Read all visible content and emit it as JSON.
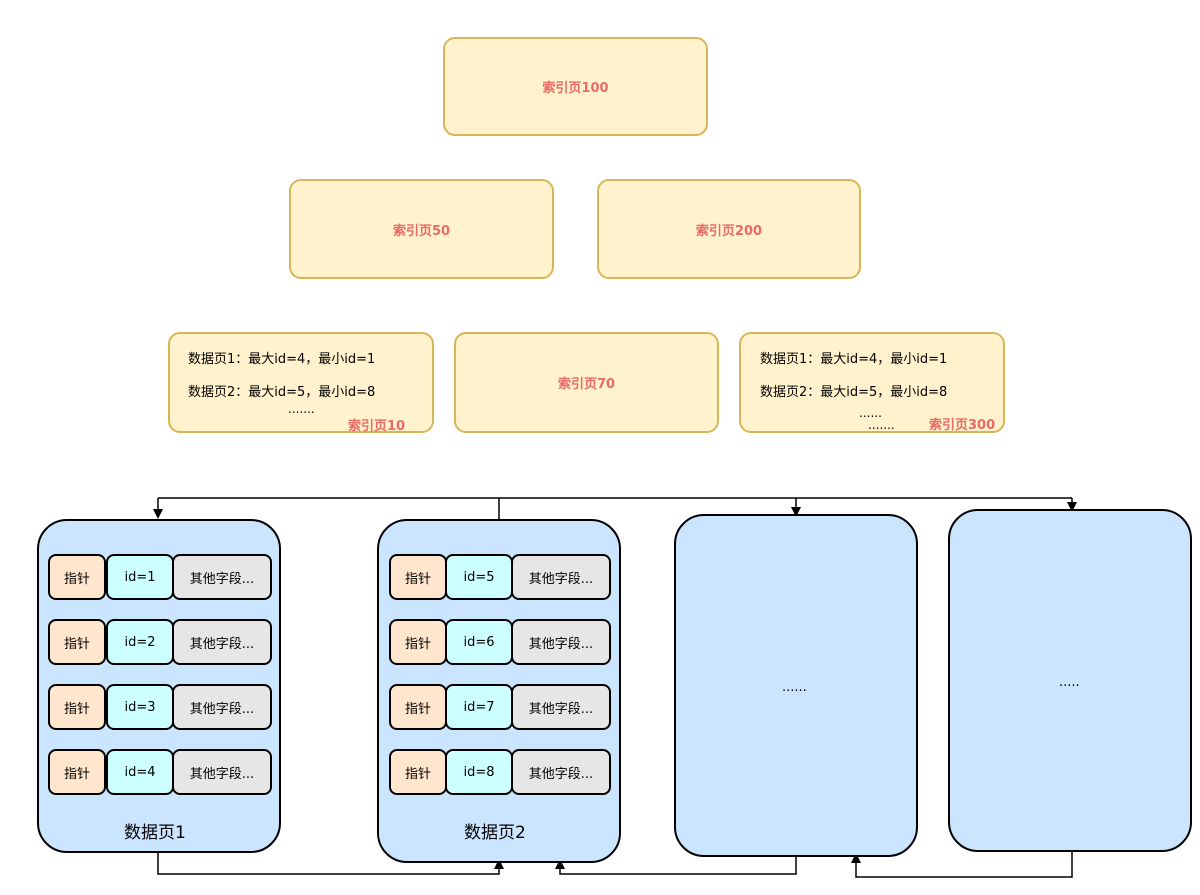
{
  "index_tree": {
    "root": "索引页100",
    "level2": [
      "索引页50",
      "索引页200"
    ],
    "middle": "索引页70",
    "leaf_left": {
      "line1": "数据页1：最大id=4，最小id=1",
      "line2": "数据页2：最大id=5，最小id=8",
      "dots": ".......",
      "title": "索引页10"
    },
    "leaf_right": {
      "line1": "数据页1：最大id=4，最小id=1",
      "line2": "数据页2：最大id=5，最小id=8",
      "dots1": "......",
      "dots2": ".......",
      "title": "索引页300"
    }
  },
  "data_pages": [
    {
      "label": "数据页1",
      "rows": [
        {
          "pointer": "指针",
          "id": "id=1",
          "other": "其他字段..."
        },
        {
          "pointer": "指针",
          "id": "id=2",
          "other": "其他字段..."
        },
        {
          "pointer": "指针",
          "id": "id=3",
          "other": "其他字段..."
        },
        {
          "pointer": "指针",
          "id": "id=4",
          "other": "其他字段..."
        }
      ]
    },
    {
      "label": "数据页2",
      "rows": [
        {
          "pointer": "指针",
          "id": "id=5",
          "other": "其他字段..."
        },
        {
          "pointer": "指针",
          "id": "id=6",
          "other": "其他字段..."
        },
        {
          "pointer": "指针",
          "id": "id=7",
          "other": "其他字段..."
        },
        {
          "pointer": "指针",
          "id": "id=8",
          "other": "其他字段..."
        }
      ]
    },
    {
      "placeholder": "......"
    },
    {
      "placeholder": "....."
    }
  ],
  "colors": {
    "index_fill": "#fff2cc",
    "index_border": "#d6b656",
    "index_text": "#ea6b66",
    "page_fill": "#cce5ff",
    "pointer_fill": "#ffe6cc",
    "id_fill": "#ccffff",
    "other_fill": "#e6e6e6"
  }
}
